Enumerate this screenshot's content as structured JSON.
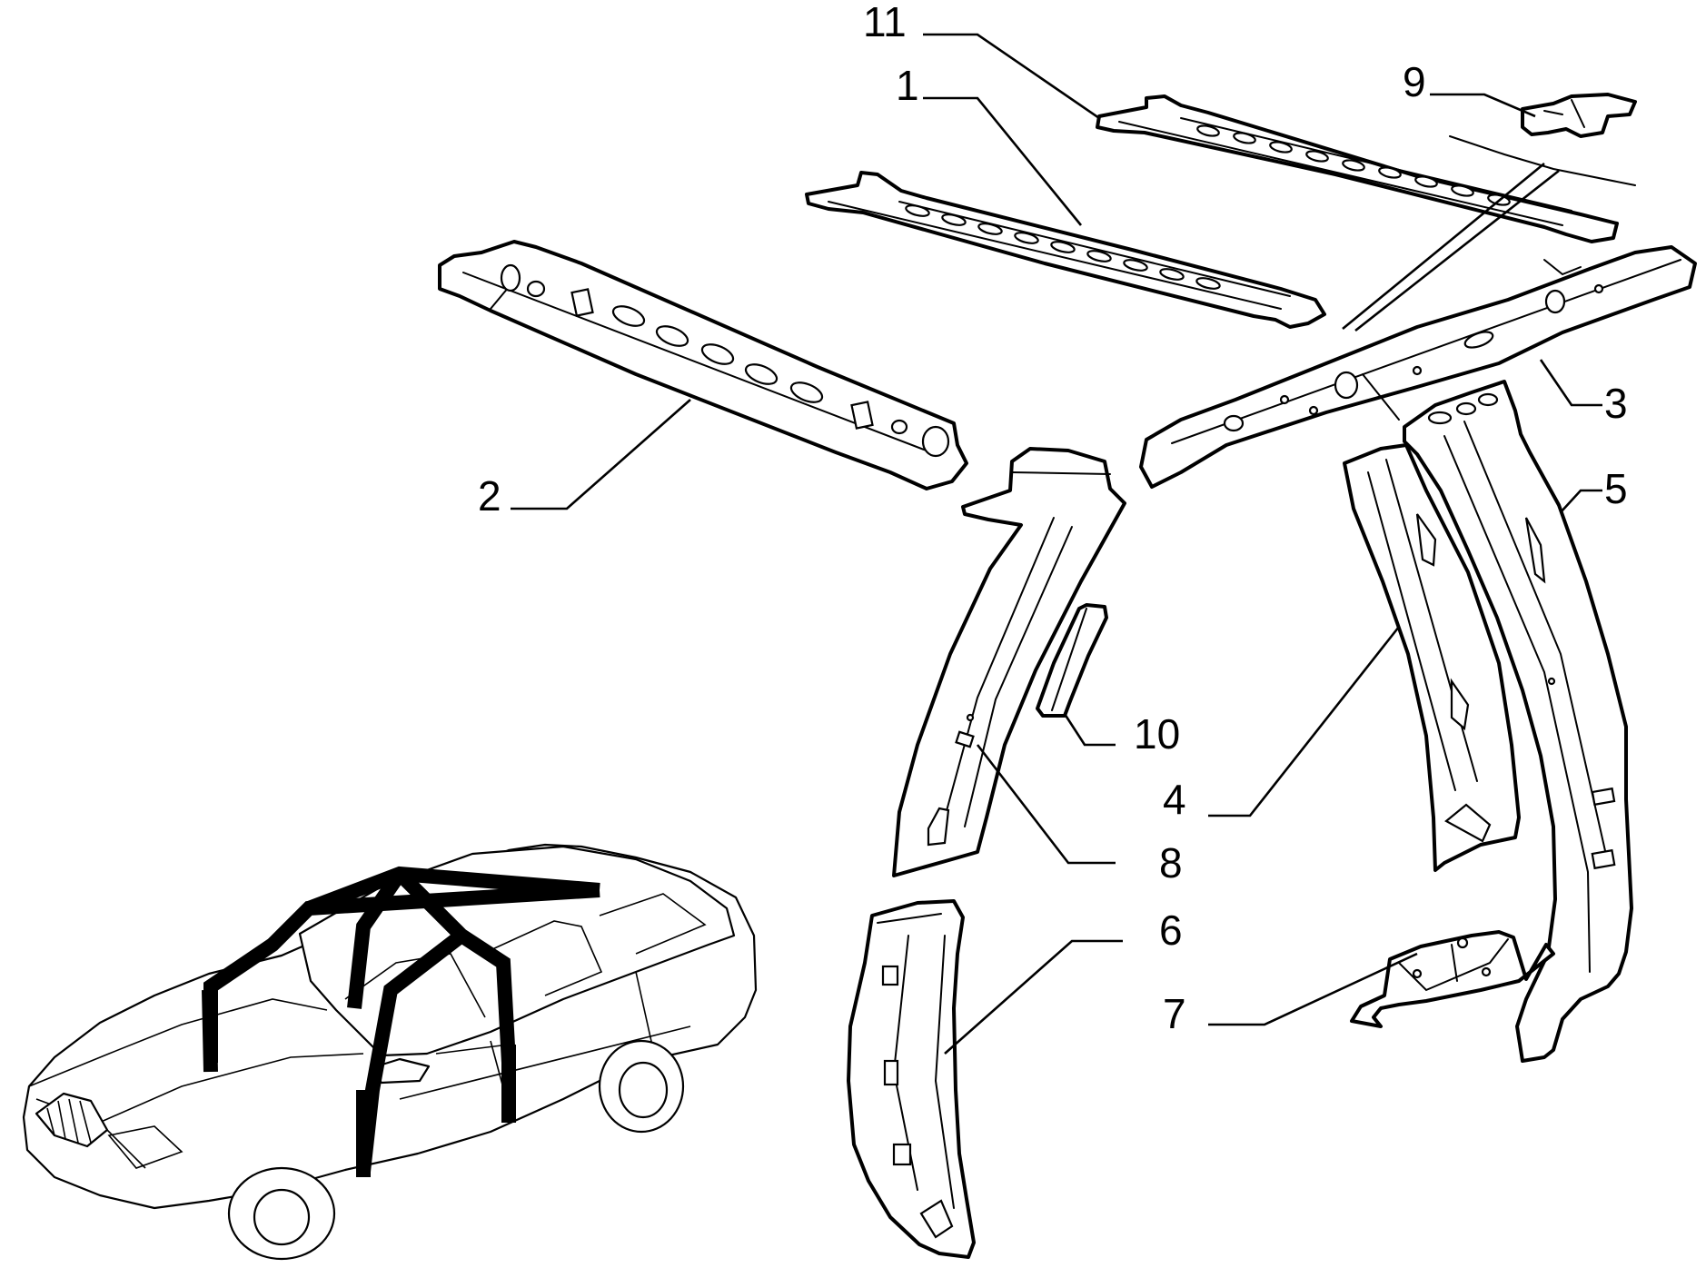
{
  "callouts": [
    {
      "id": "11",
      "label": "11"
    },
    {
      "id": "1",
      "label": "1"
    },
    {
      "id": "9",
      "label": "9"
    },
    {
      "id": "2",
      "label": "2"
    },
    {
      "id": "3",
      "label": "3"
    },
    {
      "id": "5",
      "label": "5"
    },
    {
      "id": "10",
      "label": "10"
    },
    {
      "id": "4",
      "label": "4"
    },
    {
      "id": "8",
      "label": "8"
    },
    {
      "id": "6",
      "label": "6"
    },
    {
      "id": "7",
      "label": "7"
    }
  ]
}
